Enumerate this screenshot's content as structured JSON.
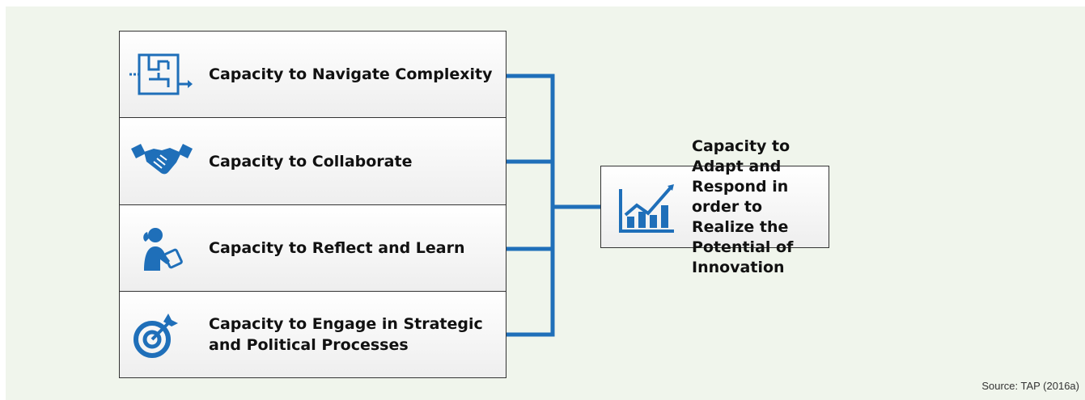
{
  "colors": {
    "accent": "#1f6fb9",
    "background": "#f0f5ec",
    "text": "#111111"
  },
  "capacities": [
    {
      "label": "Capacity to Navigate Complexity",
      "icon": "maze-icon"
    },
    {
      "label": "Capacity to Collaborate",
      "icon": "handshake-icon"
    },
    {
      "label": "Capacity to Reflect and Learn",
      "icon": "person-writing-icon"
    },
    {
      "label": "Capacity to Engage in Strategic and Political Processes",
      "icon": "target-icon"
    }
  ],
  "result": {
    "label": "Capacity to Adapt and Respond in order to Realize the Potential of Innovation",
    "icon": "growth-chart-icon"
  },
  "source": "Source: TAP (2016a)"
}
